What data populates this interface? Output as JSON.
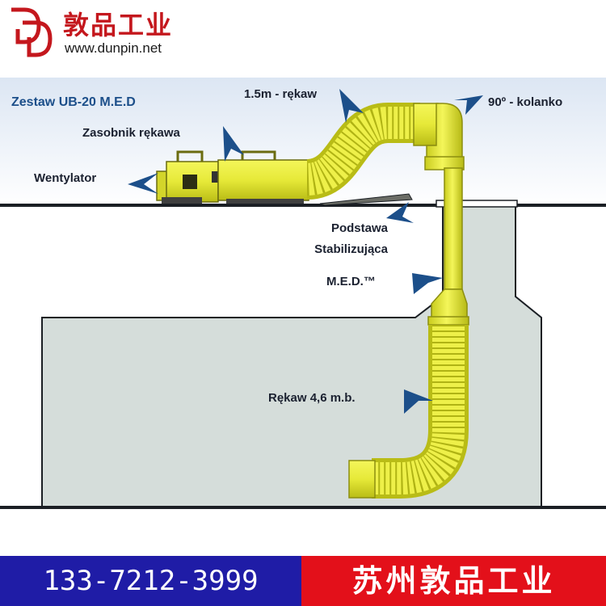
{
  "header": {
    "brand_name": "敦品工业",
    "brand_url": "www.dunpin.net"
  },
  "diagram": {
    "title": "Zestaw UB-20 M.E.D",
    "labels": {
      "hose_1_5m": "1.5m - rękaw",
      "elbow_90": "90º - kolanko",
      "hose_container": "Zasobnik rękawa",
      "fan": "Wentylator",
      "base_line1": "Podstawa",
      "base_line2": "Stabilizująca",
      "med": "M.E.D.™",
      "hose_4_6": "Rękaw 4,6 m.b."
    }
  },
  "footer": {
    "phone": "133-7212-3999",
    "company": "苏州敦品工业"
  },
  "colors": {
    "brand_red": "#c4171d",
    "hose_yellow": "#ecef3a",
    "label_blue": "#1c4f8a",
    "footer_blue": "#1f1ca6",
    "footer_red": "#e3101a"
  }
}
